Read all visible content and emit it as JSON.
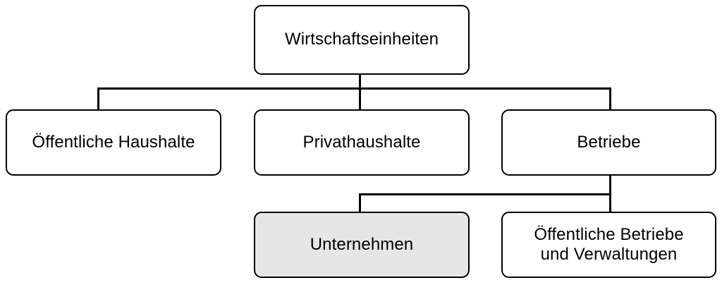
{
  "diagram": {
    "title_node": {
      "id": "wirtschaftseinheiten",
      "label": "Wirtschaftseinheiten"
    },
    "nodes": [
      {
        "id": "wirtschaftseinheiten",
        "label": "Wirtschaftseinheiten",
        "level": 1,
        "fill": "#ffffff"
      },
      {
        "id": "oeffentliche-haushalte",
        "label": "Öffentliche Haushalte",
        "level": 2,
        "fill": "#ffffff"
      },
      {
        "id": "privathaushalte",
        "label": "Privathaushalte",
        "level": 2,
        "fill": "#ffffff"
      },
      {
        "id": "betriebe",
        "label": "Betriebe",
        "level": 2,
        "fill": "#ffffff"
      },
      {
        "id": "unternehmen",
        "label": "Unternehmen",
        "level": 3,
        "fill": "#e6e6e6"
      },
      {
        "id": "oeffentliche-betriebe-und-verwaltungen",
        "label": "Öffentliche Betriebe\nund Verwaltungen",
        "level": 3,
        "fill": "#ffffff"
      }
    ],
    "edges": [
      {
        "from": "wirtschaftseinheiten",
        "to": "oeffentliche-haushalte"
      },
      {
        "from": "wirtschaftseinheiten",
        "to": "privathaushalte"
      },
      {
        "from": "wirtschaftseinheiten",
        "to": "betriebe"
      },
      {
        "from": "betriebe",
        "to": "unternehmen"
      },
      {
        "from": "betriebe",
        "to": "oeffentliche-betriebe-und-verwaltungen"
      }
    ],
    "colors": {
      "background": "#ffffff",
      "stroke": "#000000",
      "node_fill": "#ffffff",
      "node_fill_shaded": "#e6e6e6",
      "text": "#000000"
    }
  }
}
